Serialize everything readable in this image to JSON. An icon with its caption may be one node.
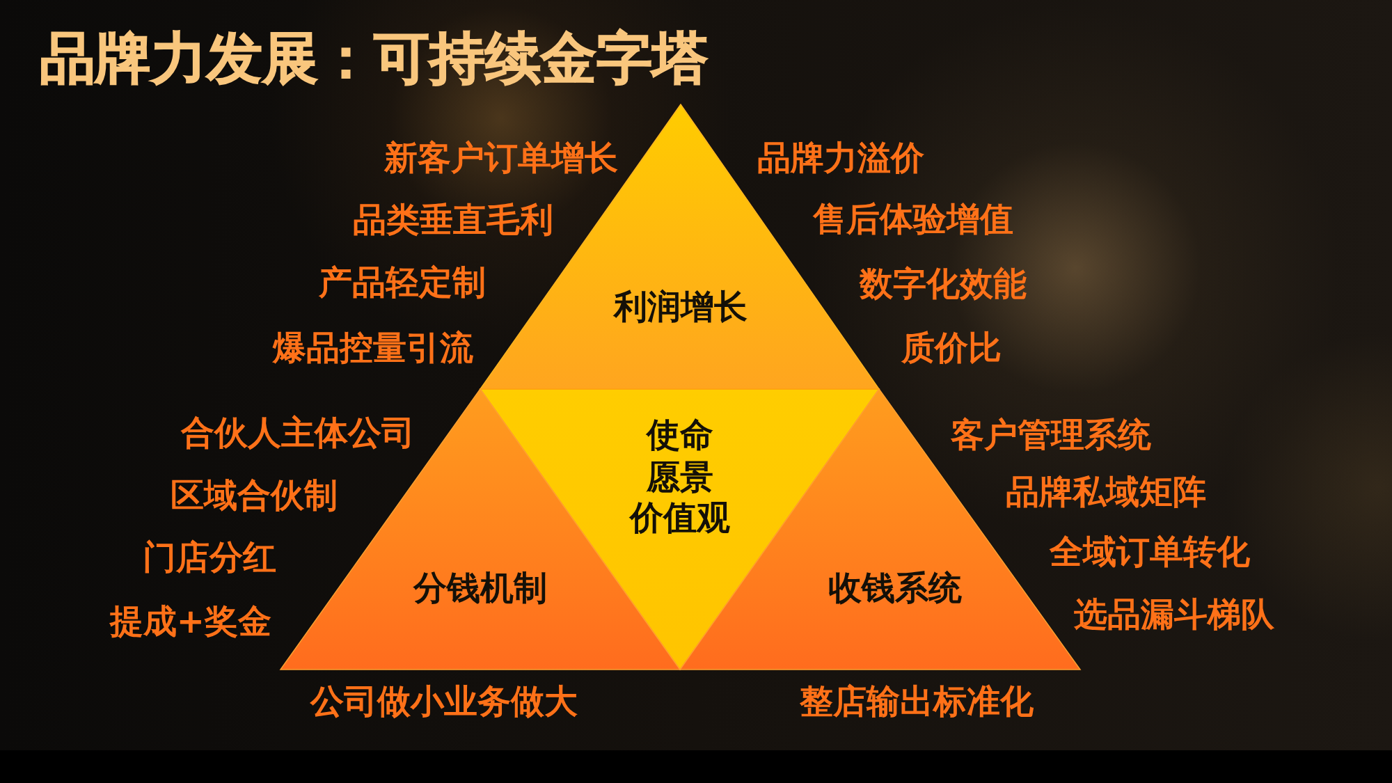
{
  "diagram": {
    "title": "品牌力发展：可持续金字塔",
    "nodes": [
      {
        "text": [
          "利润增长"
        ],
        "beside": [
          "新客户订单增长",
          "品类垂直毛利",
          "产品轻定制",
          "爆品控量引流",
          "品牌力溢价",
          "售后体验增值",
          "数字化效能",
          "质价比"
        ]
      },
      {
        "text": [
          "使命",
          "愿景",
          "价值观"
        ]
      },
      {
        "text": [
          "分钱机制"
        ],
        "beside": [
          "合伙人主体公司",
          "区域合伙制",
          "门店分红",
          "提成+奖金",
          "公司做小业务做大"
        ]
      },
      {
        "text": [
          "收钱系统"
        ],
        "beside": [
          "客户管理系统",
          "品牌私域矩阵",
          "全域订单转化",
          "选品漏斗梯队",
          "整店输出标准化"
        ]
      }
    ]
  }
}
